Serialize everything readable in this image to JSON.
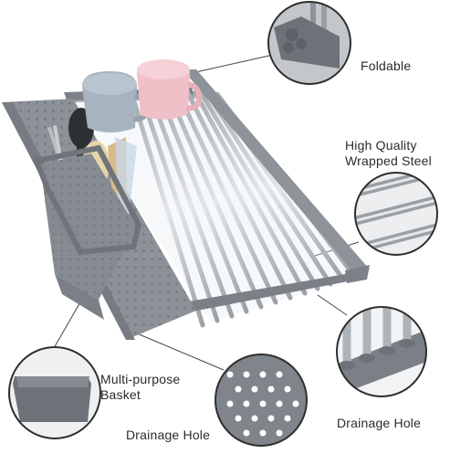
{
  "callouts": {
    "foldable": "Foldable",
    "steel_line1": "High Quality",
    "steel_line2": "Wrapped Steel",
    "basket_line1": "Multi-purpose",
    "basket_line2": "Basket",
    "drainage_bottom": "Drainage Hole",
    "drainage_right": "Drainage Hole"
  },
  "colors": {
    "tray_gray": "#8a9096",
    "steel": "#c9ccd0",
    "cup_blue": "#aab8c4",
    "cup_pink": "#f2c4cc",
    "circle_border": "#2e2e2e"
  }
}
